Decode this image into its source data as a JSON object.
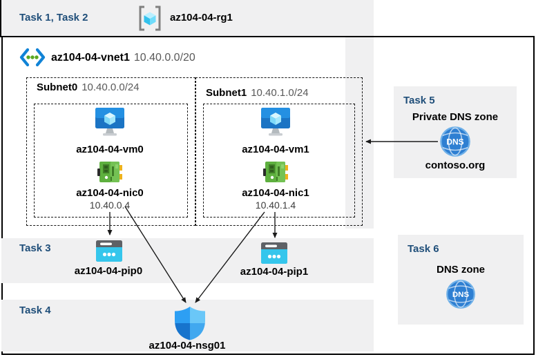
{
  "colors": {
    "band_gray": "#f0f0f1",
    "task_label_blue": "#1f4e79",
    "border_black": "#000000",
    "muted_text": "#595959",
    "azure_blue": "#1d7fd0",
    "nic_green": "#5eb03f",
    "pip_cyan": "#35c6ec",
    "dns_blue": "#2e7fd2",
    "shield_blue": "#2d9ff3"
  },
  "header": {
    "tasks_label": "Task 1, Task 2",
    "resource_group": "az104-04-rg1"
  },
  "vnet": {
    "name": "az104-04-vnet1",
    "cidr": "10.40.0.0/20"
  },
  "subnets": [
    {
      "name": "Subnet0",
      "cidr": "10.40.0.0/24",
      "vm_name": "az104-04-vm0",
      "nic_name": "az104-04-nic0",
      "nic_ip": "10.40.0.4"
    },
    {
      "name": "Subnet1",
      "cidr": "10.40.1.0/24",
      "vm_name": "az104-04-vm1",
      "nic_name": "az104-04-nic1",
      "nic_ip": "10.40.1.4"
    }
  ],
  "task3": {
    "label": "Task 3",
    "pip0": "az104-04-pip0",
    "pip1": "az104-04-pip1"
  },
  "task4": {
    "label": "Task 4",
    "nsg": "az104-04-nsg01"
  },
  "task5": {
    "label": "Task 5",
    "title": "Private DNS zone",
    "zone_name": "contoso.org",
    "dns_icon_text": "DNS"
  },
  "task6": {
    "label": "Task 6",
    "title": "DNS zone",
    "dns_icon_text": "DNS"
  }
}
